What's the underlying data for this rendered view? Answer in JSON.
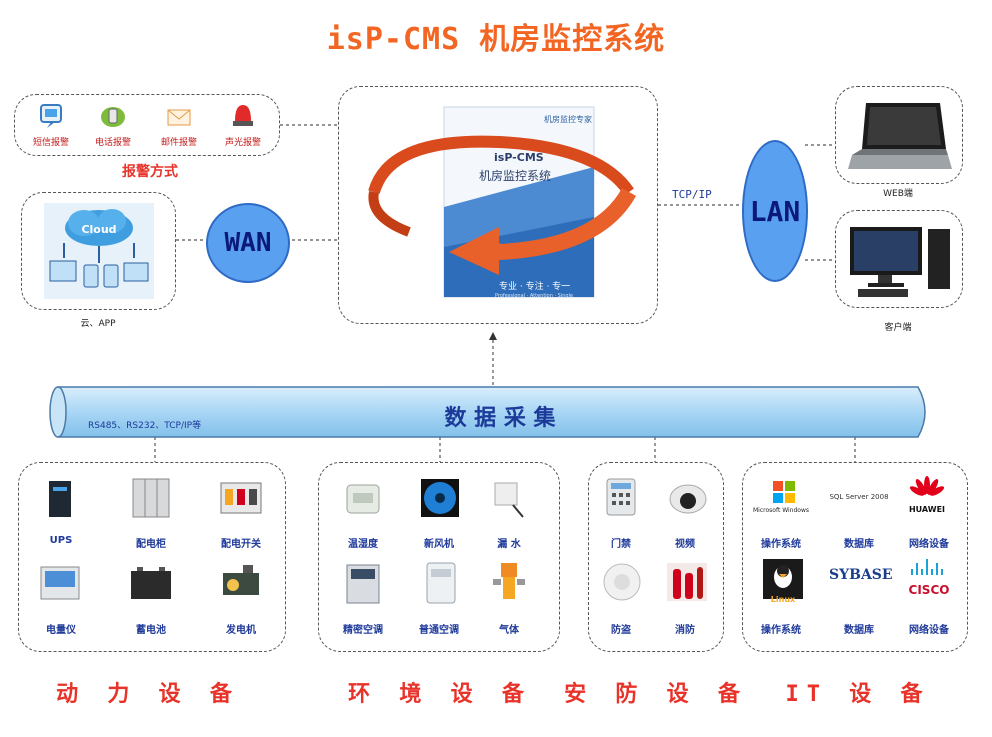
{
  "title": "isP-CMS 机房监控系统",
  "alarm": {
    "caption": "报警方式",
    "items": [
      {
        "label": "短信报警",
        "icon": "sms-phone-icon"
      },
      {
        "label": "电话报警",
        "icon": "phone-icon"
      },
      {
        "label": "邮件报警",
        "icon": "mail-icon"
      },
      {
        "label": "声光报警",
        "icon": "siren-icon"
      }
    ]
  },
  "cloud": {
    "caption": "云、APP",
    "cloud_text": "Cloud"
  },
  "wan": "WAN",
  "lan": "LAN",
  "tcpip": "TCP/IP",
  "product": {
    "brand_note": "机房监控专家",
    "name_en": "isP-CMS",
    "name_cn": "机房监控系统",
    "slogan": "专业 · 专注 · 专一",
    "slogan_en": "Professional · Attention · Single"
  },
  "web_caption": "WEB端",
  "client_caption": "客户端",
  "bus": {
    "label": "数 据 采 集",
    "protocols": "RS485、RS232、TCP/IP等"
  },
  "power": {
    "category": "动 力 设 备",
    "items": [
      {
        "label": "UPS",
        "icon": "ups-icon"
      },
      {
        "label": "配电柜",
        "icon": "distribution-cabinet-icon"
      },
      {
        "label": "配电开关",
        "icon": "breaker-switch-icon"
      },
      {
        "label": "电量仪",
        "icon": "power-meter-icon"
      },
      {
        "label": "蓄电池",
        "icon": "battery-icon"
      },
      {
        "label": "发电机",
        "icon": "generator-icon"
      }
    ]
  },
  "env": {
    "category": "环 境 设 备",
    "items": [
      {
        "label": "温湿度",
        "icon": "temp-humidity-sensor-icon"
      },
      {
        "label": "新风机",
        "icon": "fan-icon"
      },
      {
        "label": "漏 水",
        "icon": "water-leak-sensor-icon"
      },
      {
        "label": "精密空调",
        "icon": "precision-ac-icon"
      },
      {
        "label": "普通空调",
        "icon": "ac-icon"
      },
      {
        "label": "气体",
        "icon": "gas-detector-icon"
      }
    ]
  },
  "security": {
    "category": "安 防 设 备",
    "items": [
      {
        "label": "门禁",
        "icon": "access-keypad-icon"
      },
      {
        "label": "视频",
        "icon": "dome-camera-icon"
      },
      {
        "label": "防盗",
        "icon": "smoke-detector-icon"
      },
      {
        "label": "消防",
        "icon": "fire-system-icon"
      }
    ]
  },
  "it": {
    "category": "IT 设 备",
    "items": [
      {
        "label": "操作系统",
        "logo_text": "Microsoft Windows",
        "icon": "windows-logo-icon"
      },
      {
        "label": "数据库",
        "logo_text": "SQL Server 2008",
        "icon": "sqlserver-logo-icon"
      },
      {
        "label": "网络设备",
        "logo_text": "HUAWEI",
        "icon": "huawei-logo-icon"
      },
      {
        "label": "操作系统",
        "logo_text": "Linux",
        "icon": "linux-logo-icon"
      },
      {
        "label": "数据库",
        "logo_text": "SYBASE",
        "icon": "sybase-logo-icon"
      },
      {
        "label": "网络设备",
        "logo_text": "CISCO",
        "icon": "cisco-logo-icon"
      }
    ]
  },
  "colors": {
    "title": "#f26522",
    "category": "#e8332a",
    "bus": "#a9d6f5",
    "oval": "#5aa0f0",
    "label_blue": "#1f3a9a"
  }
}
